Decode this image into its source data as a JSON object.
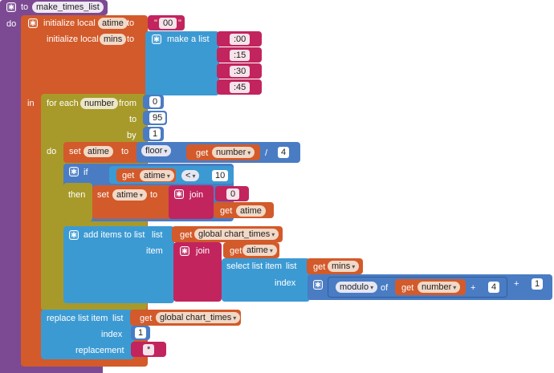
{
  "procedure": {
    "to_kw": "to",
    "name": "make_times_list",
    "do_kw": "do"
  },
  "init_local": {
    "label1": "initialize local",
    "var1": "atime",
    "to1": "to",
    "val1": "00",
    "label2": "initialize local",
    "var2": "mins",
    "to2": "to",
    "make_list": "make a list",
    "items": [
      ":00",
      ":15",
      ":30",
      ":45"
    ],
    "in_kw": "in"
  },
  "for_each": {
    "label": "for each",
    "var": "number",
    "from": "from",
    "from_val": "0",
    "to": "to",
    "to_val": "95",
    "by": "by",
    "by_val": "1",
    "do_kw": "do"
  },
  "set_atime": {
    "set": "set",
    "var": "atime",
    "to": "to",
    "floor": "floor",
    "get": "get",
    "get_var": "number",
    "divide": "/",
    "divisor": "4"
  },
  "if_block": {
    "if": "if",
    "get": "get",
    "var": "atime",
    "op": "<",
    "rhs": "10",
    "then": "then",
    "set": "set",
    "set_var": "atime",
    "to": "to",
    "join": "join",
    "zero": "0",
    "get2": "get",
    "get2_var": "atime"
  },
  "add_items": {
    "label": "add items to list",
    "list": "list",
    "get": "get",
    "list_var": "global chart_times",
    "item": "item",
    "join": "join",
    "get2": "get",
    "get2_var": "atime",
    "select": "select list item",
    "list2": "list",
    "get3": "get",
    "mins_var": "mins",
    "index": "index",
    "modulo": "modulo",
    "of": "of",
    "get4": "get",
    "num_var": "number",
    "plus1": "+",
    "mod_div": "4",
    "plus2": "+",
    "plus_val": "1"
  },
  "replace": {
    "label": "replace list item",
    "list": "list",
    "get": "get",
    "list_var": "global chart_times",
    "index": "index",
    "index_val": "1",
    "replacement": "replacement",
    "repl_val": "*"
  }
}
